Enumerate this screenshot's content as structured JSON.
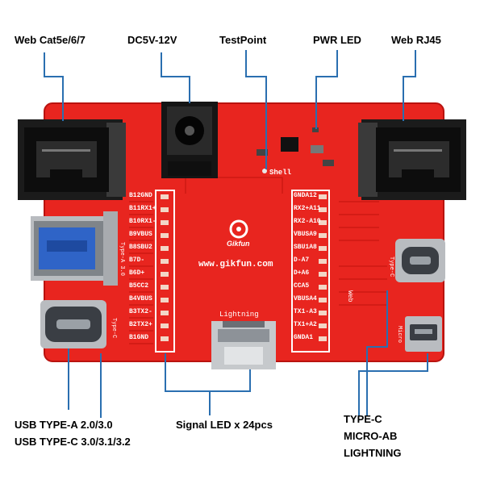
{
  "callouts": {
    "web_cat": "Web Cat5e/6/7",
    "dc_power": "DC5V-12V",
    "testpoint": "TestPoint",
    "pwr_led": "PWR LED",
    "web_rj45": "Web RJ45",
    "usb_typea": "USB TYPE-A 2.0/3.0",
    "usb_typec": "USB TYPE-C 3.0/3.1/3.2",
    "signal_led": "Signal LED x 24pcs",
    "typec_right": "TYPE-C",
    "microab": "MICRO-AB",
    "lightning": "LIGHTNING"
  },
  "board": {
    "brand": "Gikfun",
    "url": "www.gikfun.com",
    "lightning_silk": "Lightning",
    "shell_silk": "Shell",
    "left_pins": [
      "B12GND",
      "B11RX1+",
      "B10RX1-",
      "B9VBUS",
      "B8SBU2",
      "B7D-",
      "B6D+",
      "B5CC2",
      "B4VBUS",
      "B3TX2-",
      "B2TX2+",
      "B1GND"
    ],
    "right_pins": [
      "GNDA12",
      "RX2+A11",
      "RX2-A10",
      "VBUSA9",
      "SBU1A8",
      "D-A7",
      "D+A6",
      "CCA5",
      "VBUSA4",
      "TX1-A3",
      "TX1+A2",
      "GNDA1"
    ],
    "side_silk_left": "Type-A 3.0",
    "side_silk_left2": "Type-C",
    "side_silk_right": "Type-C",
    "side_silk_right2": "Micro",
    "web_silk": "Web"
  },
  "colors": {
    "pcb": "#e8251f",
    "pcb_dark": "#c81712",
    "callout_line": "#2a6fb0",
    "led_box": "#ffffff"
  }
}
